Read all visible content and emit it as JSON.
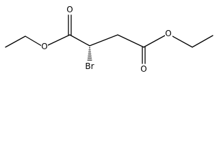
{
  "molecule": {
    "type": "skeletal-formula",
    "atoms": {
      "o_ester_left": "O",
      "o_carbonyl_left": "O",
      "o_ester_right": "O",
      "o_carbonyl_right": "O",
      "br": "Br"
    },
    "stereo_bond": "hashed-wedge",
    "colors": {
      "ink": "#000000",
      "background": "#ffffff"
    }
  }
}
